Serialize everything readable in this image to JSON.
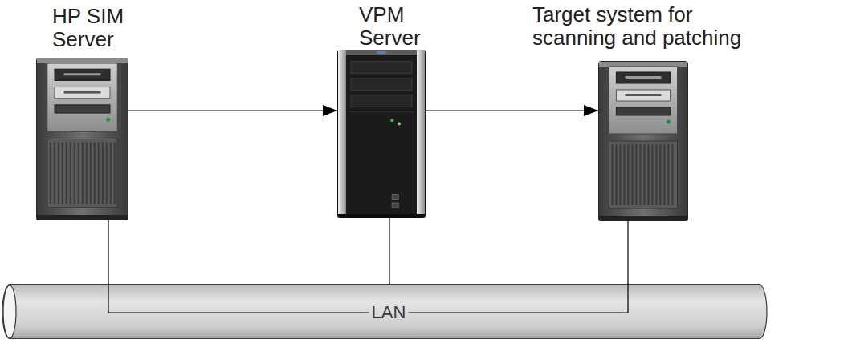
{
  "diagram": {
    "nodes": [
      {
        "text": [
          "HP SIM Server"
        ]
      },
      {
        "text": [
          "VPM Server"
        ]
      },
      {
        "text": [
          "Target system for scanning and patching"
        ]
      },
      {
        "text": [
          "LAN"
        ]
      }
    ],
    "edges": [
      {
        "from": 0,
        "to": 1,
        "arrow": "to"
      },
      {
        "from": 1,
        "to": 2,
        "arrow": "to"
      },
      {
        "from": 0,
        "to": 3,
        "arrow": "none"
      },
      {
        "from": 1,
        "to": 3,
        "arrow": "none"
      },
      {
        "from": 2,
        "to": 3,
        "arrow": "none"
      }
    ]
  }
}
